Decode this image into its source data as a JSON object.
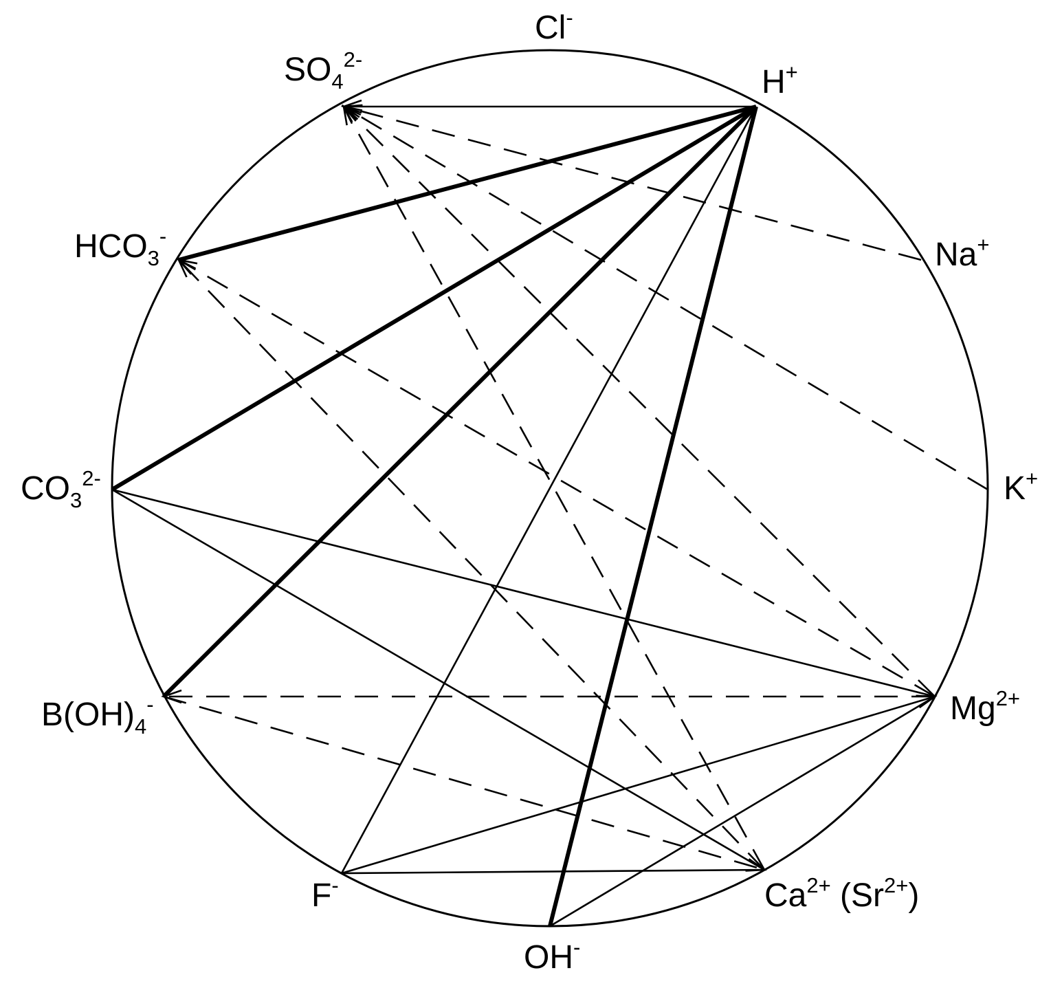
{
  "colors": {
    "ink": "#000000",
    "background": "#ffffff"
  },
  "nodes": [
    {
      "id": "Cl",
      "parts": [
        {
          "t": "Cl"
        },
        {
          "t": "-",
          "s": "sup"
        }
      ]
    },
    {
      "id": "SO4",
      "parts": [
        {
          "t": "SO"
        },
        {
          "t": "4",
          "s": "sub"
        },
        {
          "t": "2-",
          "s": "sup"
        }
      ]
    },
    {
      "id": "H",
      "parts": [
        {
          "t": "H"
        },
        {
          "t": "+",
          "s": "sup"
        }
      ]
    },
    {
      "id": "HCO3",
      "parts": [
        {
          "t": "HCO"
        },
        {
          "t": "3",
          "s": "sub"
        },
        {
          "t": "-",
          "s": "sup"
        }
      ]
    },
    {
      "id": "Na",
      "parts": [
        {
          "t": "Na"
        },
        {
          "t": "+",
          "s": "sup"
        }
      ]
    },
    {
      "id": "CO3",
      "parts": [
        {
          "t": "CO"
        },
        {
          "t": "3",
          "s": "sub"
        },
        {
          "t": "2-",
          "s": "sup"
        }
      ]
    },
    {
      "id": "K",
      "parts": [
        {
          "t": "K"
        },
        {
          "t": "+",
          "s": "sup"
        }
      ]
    },
    {
      "id": "BOH4",
      "parts": [
        {
          "t": "B(OH)"
        },
        {
          "t": "4",
          "s": "sub"
        },
        {
          "t": "-",
          "s": "sup"
        }
      ]
    },
    {
      "id": "Mg",
      "parts": [
        {
          "t": "Mg"
        },
        {
          "t": "2+",
          "s": "sup"
        }
      ]
    },
    {
      "id": "F",
      "parts": [
        {
          "t": "F"
        },
        {
          "t": "-",
          "s": "sup"
        }
      ]
    },
    {
      "id": "Ca",
      "parts": [
        {
          "t": "Ca"
        },
        {
          "t": "2+",
          "s": "sup"
        },
        {
          "t": " (Sr"
        },
        {
          "t": "2+",
          "s": "sup"
        },
        {
          "t": ")"
        }
      ]
    },
    {
      "id": "OH",
      "parts": [
        {
          "t": "OH"
        },
        {
          "t": "-",
          "s": "sup"
        }
      ]
    }
  ],
  "edges": [
    {
      "from": "H",
      "to": "SO4",
      "style": "solid",
      "weight": "thin",
      "arrow": true
    },
    {
      "from": "H",
      "to": "HCO3",
      "style": "solid",
      "weight": "thick",
      "arrow": false
    },
    {
      "from": "H",
      "to": "CO3",
      "style": "solid",
      "weight": "thick",
      "arrow": false
    },
    {
      "from": "H",
      "to": "BOH4",
      "style": "solid",
      "weight": "thick",
      "arrow": false
    },
    {
      "from": "H",
      "to": "OH",
      "style": "solid",
      "weight": "thick",
      "arrow": false
    },
    {
      "from": "H",
      "to": "F",
      "style": "solid",
      "weight": "thin",
      "arrow": false
    },
    {
      "from": "Na",
      "to": "SO4",
      "style": "dashed",
      "weight": "thin",
      "arrow": true
    },
    {
      "from": "K",
      "to": "SO4",
      "style": "dashed",
      "weight": "thin",
      "arrow": true
    },
    {
      "from": "Mg",
      "to": "SO4",
      "style": "dashed",
      "weight": "thin",
      "arrow": true
    },
    {
      "from": "Ca",
      "to": "SO4",
      "style": "dashed",
      "weight": "thin",
      "arrow": true
    },
    {
      "from": "Mg",
      "to": "HCO3",
      "style": "dashed",
      "weight": "thin",
      "arrow": true
    },
    {
      "from": "Ca",
      "to": "HCO3",
      "style": "dashed",
      "weight": "thin",
      "arrow": true
    },
    {
      "from": "CO3",
      "to": "Mg",
      "style": "solid",
      "weight": "thin",
      "arrow": false
    },
    {
      "from": "CO3",
      "to": "Ca",
      "style": "solid",
      "weight": "thin",
      "arrow": false
    },
    {
      "from": "Mg",
      "to": "BOH4",
      "style": "dashed",
      "weight": "thin",
      "arrow": true
    },
    {
      "from": "BOH4",
      "to": "Ca",
      "style": "dashed",
      "weight": "thin",
      "arrow": true
    },
    {
      "from": "F",
      "to": "Mg",
      "style": "solid",
      "weight": "thin",
      "arrow": true
    },
    {
      "from": "F",
      "to": "Ca",
      "style": "solid",
      "weight": "thin",
      "arrow": false
    },
    {
      "from": "OH",
      "to": "Mg",
      "style": "solid",
      "weight": "thin",
      "arrow": false
    }
  ]
}
